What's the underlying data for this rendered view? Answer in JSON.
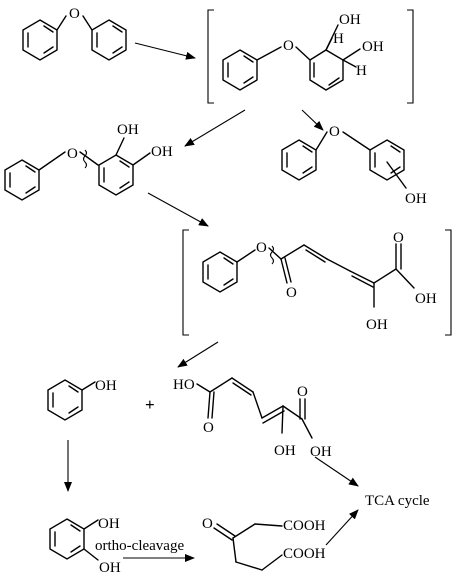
{
  "labels": {
    "oh": "OH",
    "o": "O",
    "h": "H",
    "plus": "+",
    "ho": "HO",
    "cooh": "COOH",
    "ortho_cleavage": "ortho-cleavage",
    "tca_cycle": "TCA cycle"
  },
  "colors": {
    "ink": "#000000",
    "background": "#ffffff"
  }
}
